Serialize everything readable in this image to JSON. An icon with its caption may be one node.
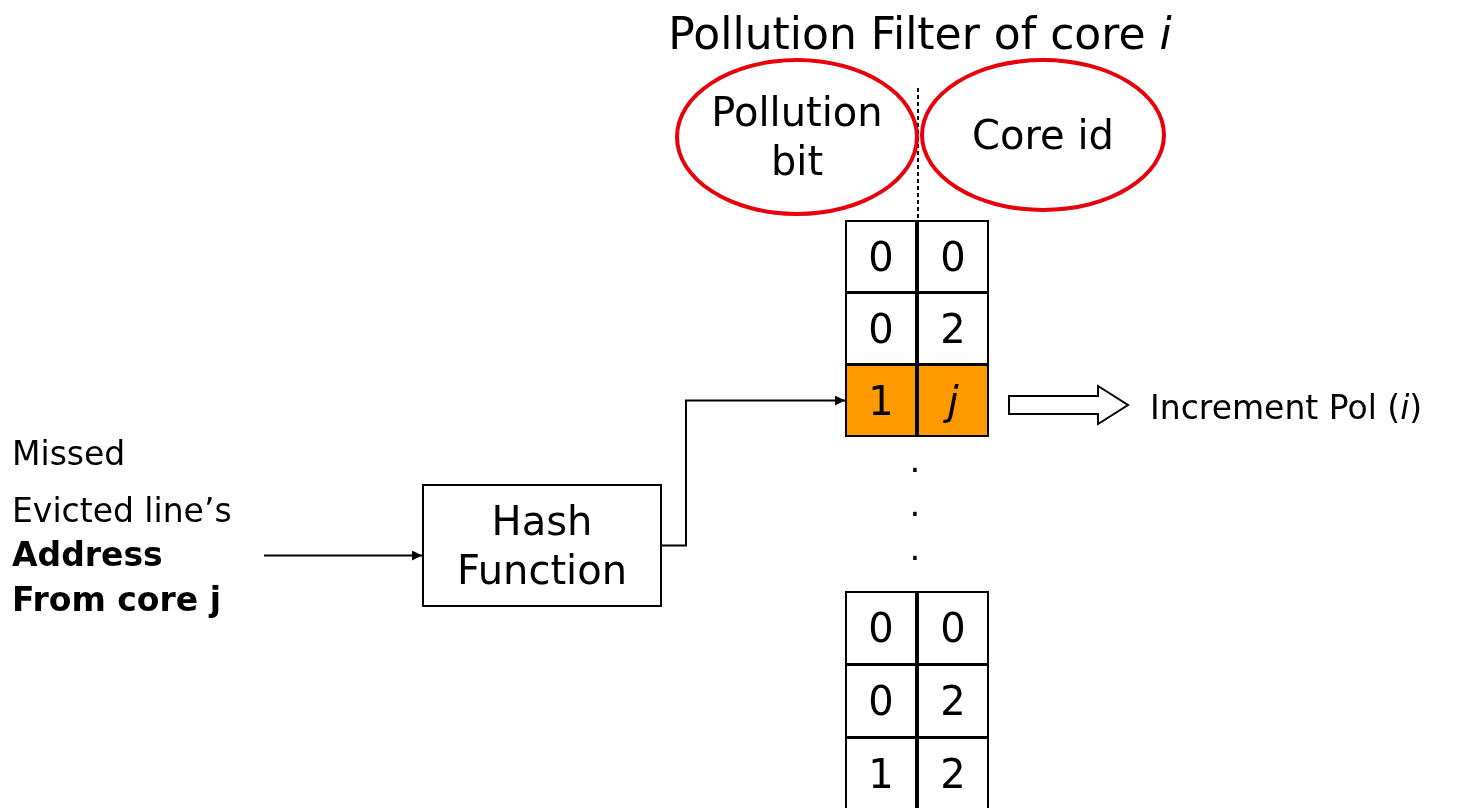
{
  "diagram": {
    "title": "Pollution Filter of core *i*",
    "nodes": [
      {
        "text": [
          "Pollution bit"
        ]
      },
      {
        "text": [
          "Core id"
        ]
      },
      {
        "text": [
          "0"
        ]
      },
      {
        "text": [
          "0"
        ]
      },
      {
        "text": [
          "0"
        ]
      },
      {
        "text": [
          "2"
        ]
      },
      {
        "text": [
          "1"
        ]
      },
      {
        "text": [
          "j"
        ]
      },
      {
        "text": [
          "Increment Pol (*i*)"
        ]
      },
      {
        "text": [
          "Missed",
          "Evicted line’s **Address From core j**"
        ]
      },
      {
        "text": [
          "Hash Function"
        ]
      },
      {
        "text": [
          "0"
        ]
      },
      {
        "text": [
          "0"
        ]
      },
      {
        "text": [
          "0"
        ]
      },
      {
        "text": [
          "2"
        ]
      },
      {
        "text": [
          "1"
        ]
      },
      {
        "text": [
          "2"
        ]
      }
    ],
    "edges": [
      {
        "from": 9,
        "to": 10,
        "arrow": "to"
      },
      {
        "from": 10,
        "to": 6,
        "arrow": "to"
      },
      {
        "from": 7,
        "to": 8,
        "arrow": "to",
        "style": "thick"
      }
    ],
    "labels": [
      ".",
      ".",
      "."
    ]
  }
}
